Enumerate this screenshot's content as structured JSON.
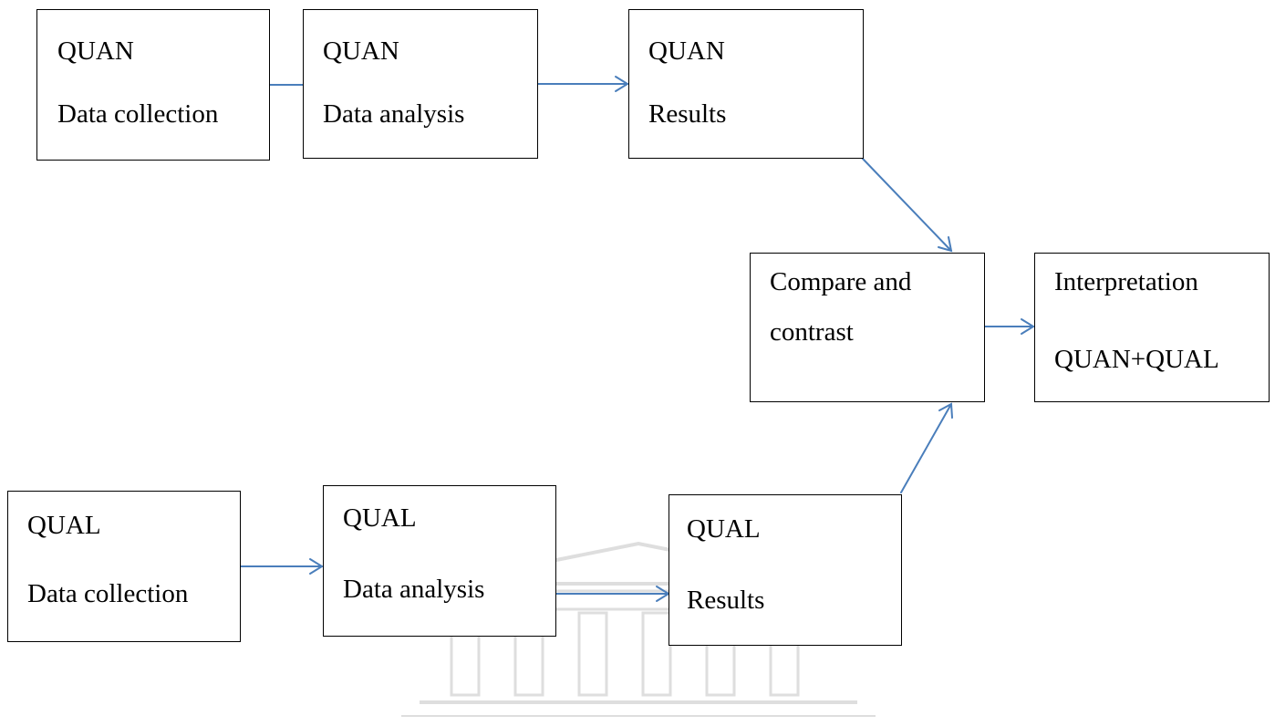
{
  "colors": {
    "arrow": "#4a7ebb",
    "border": "#000000",
    "watermark": "#8a8a8a"
  },
  "quan": {
    "collection": {
      "line1": "QUAN",
      "line2": "Data collection"
    },
    "analysis": {
      "line1": "QUAN",
      "line2": "Data analysis"
    },
    "results": {
      "line1": "QUAN",
      "line2": "Results"
    }
  },
  "qual": {
    "collection": {
      "line1": "QUAL",
      "line2": "Data collection"
    },
    "analysis": {
      "line1": "QUAL",
      "line2": "Data analysis"
    },
    "results": {
      "line1": "QUAL",
      "line2": "Results"
    }
  },
  "compare": {
    "line1": "Compare and",
    "line2": "contrast"
  },
  "interpretation": {
    "line1": "Interpretation",
    "line2": "QUAN+QUAL"
  },
  "watermark": {
    "kind": "university-building-seal"
  }
}
